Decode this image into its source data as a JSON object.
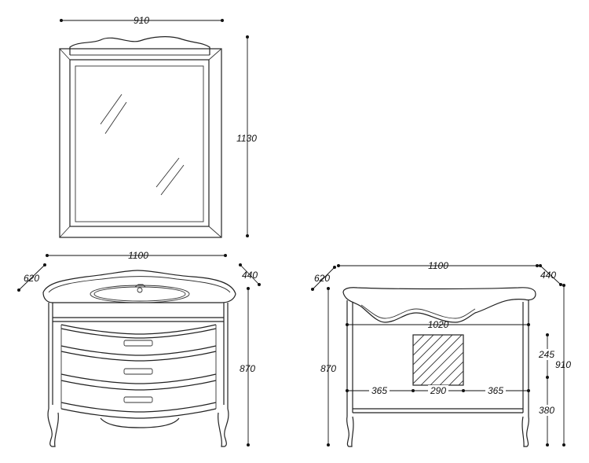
{
  "mirror": {
    "width_label": "910",
    "height_label": "1130"
  },
  "cabinet_front": {
    "width_label": "1100",
    "depth_max_label": "620",
    "depth_min_label": "440",
    "height_label": "870"
  },
  "cabinet_side": {
    "width_label": "1100",
    "depth_max_label": "620",
    "depth_min_label": "440",
    "height_left_label": "870",
    "height_right_label": "910",
    "inner_width_label": "1020",
    "upper_height_label": "245",
    "lower_height_label": "380",
    "left_offset_label": "365",
    "center_width_label": "290",
    "right_offset_label": "365"
  }
}
